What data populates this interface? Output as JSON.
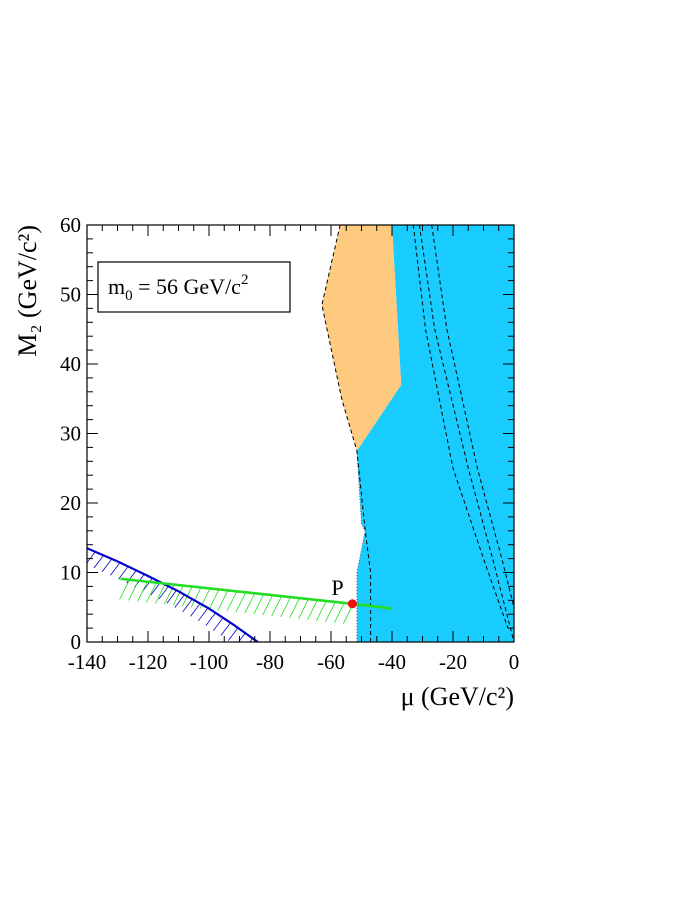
{
  "chart_data": {
    "type": "area",
    "title": "",
    "xlabel": "μ (GeV/c²)",
    "ylabel": "M₂ (GeV/c²)",
    "xlim": [
      -140,
      0
    ],
    "ylim": [
      0,
      60
    ],
    "xticks": [
      -140,
      -120,
      -100,
      -80,
      -60,
      -40,
      -20,
      0
    ],
    "yticks": [
      0,
      10,
      20,
      30,
      40,
      50,
      60
    ],
    "annotation": {
      "text_main": "m",
      "text_sub": "0",
      "text_rest": " = 56 GeV/c",
      "text_sup": "2"
    },
    "point": {
      "label": "P",
      "x": -53,
      "y": 5.5,
      "color": "#ee1111"
    },
    "colors": {
      "cyan_region": "#18ccff",
      "orange_region": "#fdca80",
      "blue_curve": "#0000cc",
      "green_line": "#22dd22"
    },
    "regions": [
      {
        "name": "cyan-excluded-region",
        "fill": "#18ccff",
        "points": [
          [
            -51.5,
            0
          ],
          [
            0,
            0
          ],
          [
            0,
            60
          ],
          [
            -40,
            60
          ],
          [
            -37,
            37
          ],
          [
            -51.5,
            27.5
          ],
          [
            -50,
            17
          ],
          [
            -48.8,
            16
          ],
          [
            -51.5,
            10
          ],
          [
            -51.5,
            0
          ]
        ]
      },
      {
        "name": "orange-excluded-region",
        "fill": "#fdca80",
        "points": [
          [
            -57,
            60
          ],
          [
            -40,
            60
          ],
          [
            -37,
            37
          ],
          [
            -51.5,
            27.5
          ],
          [
            -56.5,
            35
          ],
          [
            -63,
            48.5
          ],
          [
            -57,
            60
          ]
        ]
      }
    ],
    "dashed_lines": [
      {
        "name": "dashed-boundary-left",
        "points": [
          [
            -57,
            60
          ],
          [
            -63,
            48.5
          ],
          [
            -56.5,
            35
          ],
          [
            -51.5,
            27.5
          ],
          [
            -48.8,
            16
          ],
          [
            -47,
            10
          ],
          [
            -47,
            0
          ]
        ]
      },
      {
        "name": "dashed-boundary-right-1",
        "points": [
          [
            -33,
            60
          ],
          [
            -29,
            45
          ],
          [
            -20,
            25
          ],
          [
            -10,
            12
          ],
          [
            -2,
            2
          ]
        ]
      },
      {
        "name": "dashed-boundary-right-2",
        "points": [
          [
            -31,
            60
          ],
          [
            -26,
            45
          ],
          [
            -15,
            25
          ],
          [
            -7,
            12
          ],
          [
            0,
            0
          ]
        ]
      },
      {
        "name": "dashed-boundary-right-3",
        "points": [
          [
            -27,
            60
          ],
          [
            -22,
            45
          ],
          [
            -12,
            25
          ],
          [
            -4,
            12
          ],
          [
            0,
            5
          ]
        ]
      }
    ],
    "series": [
      {
        "name": "",
        "color": "#0000cc",
        "points": [
          [
            -140,
            13.5
          ],
          [
            -130,
            11.6
          ],
          [
            -120,
            9.5
          ],
          [
            -110,
            7.3
          ],
          [
            -100,
            4.8
          ],
          [
            -92,
            2.5
          ],
          [
            -84,
            0
          ]
        ]
      },
      {
        "name": "",
        "color": "#22dd22",
        "points": [
          [
            -129,
            9.1
          ],
          [
            -53,
            5.5
          ],
          [
            -40,
            4.8
          ]
        ]
      }
    ]
  }
}
